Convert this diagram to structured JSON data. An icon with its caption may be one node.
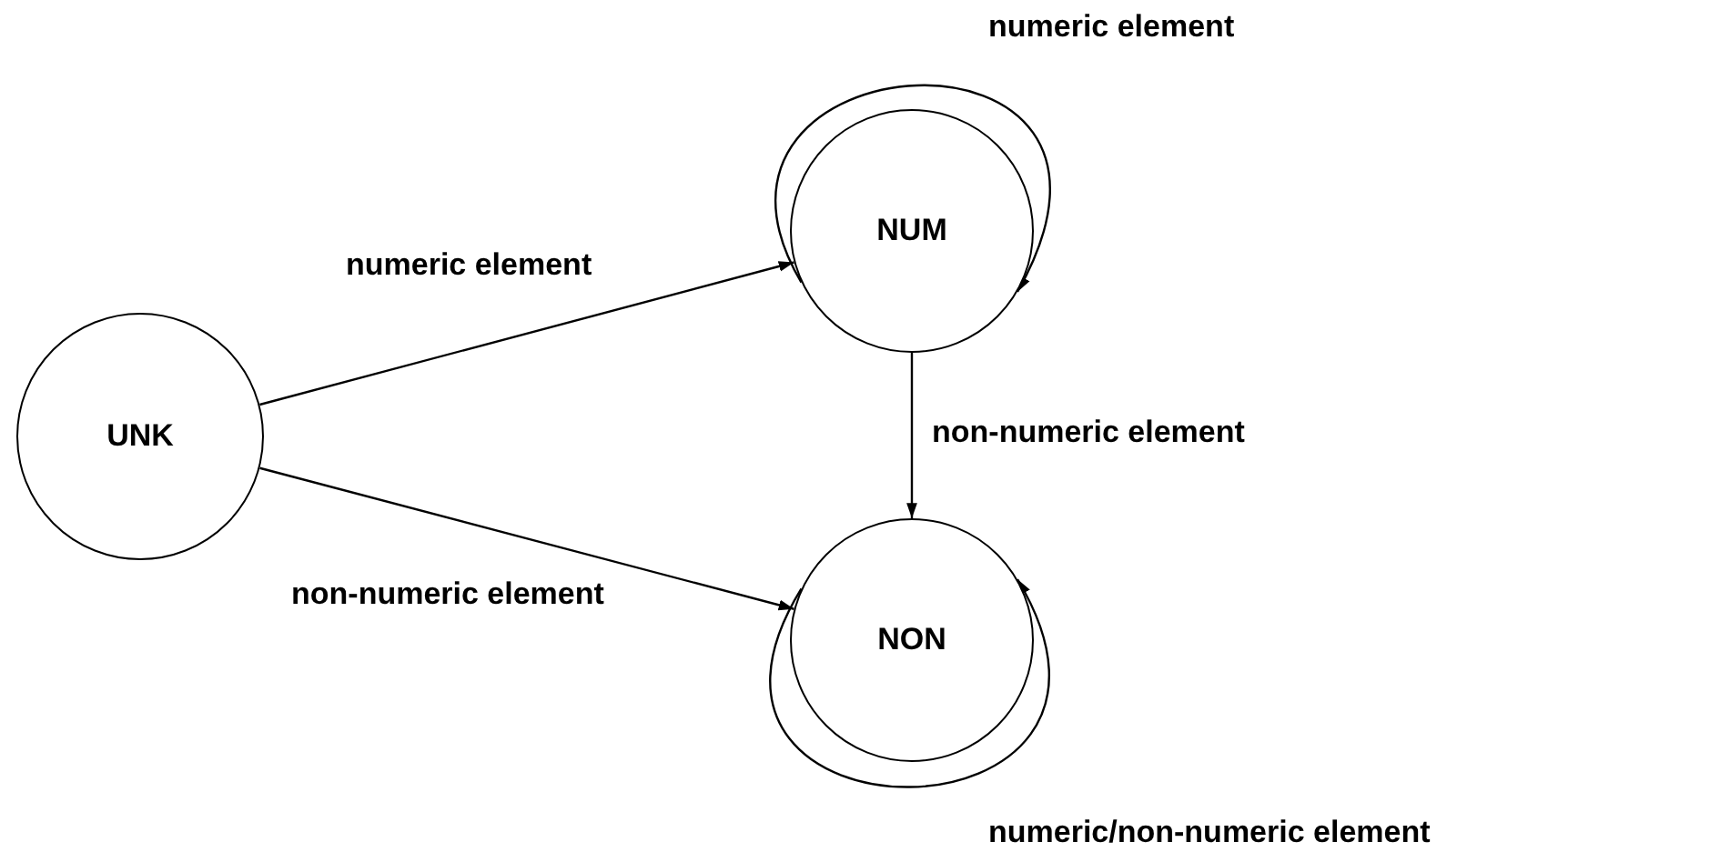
{
  "diagram": {
    "nodes": [
      {
        "text": [
          "NUM"
        ]
      },
      {
        "text": [
          "UNK"
        ]
      },
      {
        "text": [
          "NON"
        ]
      }
    ],
    "edges": [
      {
        "from": 0,
        "to": 0,
        "arrow": "to",
        "label": "numeric element"
      },
      {
        "from": 1,
        "to": 0,
        "arrow": "to",
        "label": "numeric element"
      },
      {
        "from": 0,
        "to": 2,
        "arrow": "to",
        "label": "non-numeric element"
      },
      {
        "from": 1,
        "to": 2,
        "arrow": "to",
        "label": "non-numeric element"
      },
      {
        "from": 2,
        "to": 2,
        "arrow": "to",
        "label": "numeric/non-numeric element"
      }
    ]
  }
}
